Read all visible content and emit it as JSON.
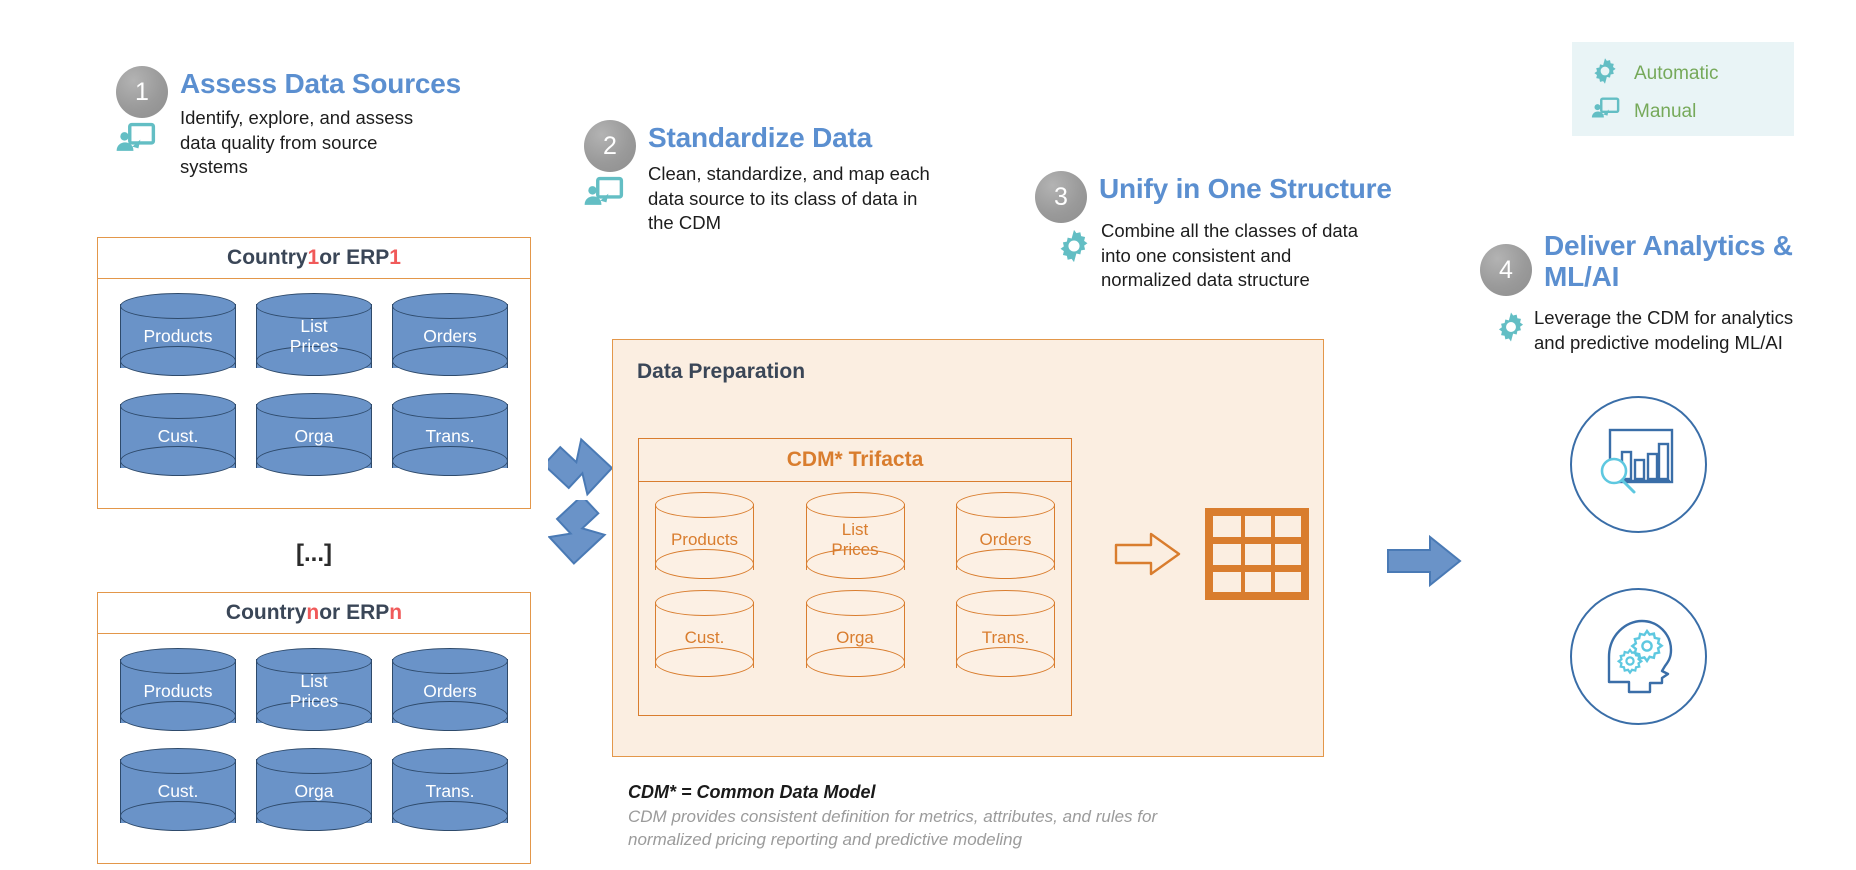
{
  "legend": {
    "items": [
      {
        "icon": "gear-icon",
        "label": "Automatic"
      },
      {
        "icon": "manual-presentation-icon",
        "label": "Manual"
      }
    ],
    "bg_color": "#e9f4f6",
    "text_color": "#76a95a"
  },
  "steps": [
    {
      "number": "1",
      "title": "Assess Data Sources",
      "description": "Identify, explore, and assess\ndata quality from source\nsystems",
      "icon": "manual-presentation-icon"
    },
    {
      "number": "2",
      "title": "Standardize Data",
      "description": "Clean, standardize, and map each\ndata source to its class of data in\nthe CDM",
      "icon": "manual-presentation-icon"
    },
    {
      "number": "3",
      "title": "Unify in One Structure",
      "description": "Combine all the classes of data\ninto one consistent and\nnormalized data structure",
      "icon": "gear-icon"
    },
    {
      "number": "4",
      "title": "Deliver Analytics &\nML/AI",
      "description": "Leverage the CDM for analytics\nand predictive modeling ML/AI",
      "icon": "gear-icon"
    }
  ],
  "sources": [
    {
      "title_prefix": "Country ",
      "index": "1",
      "title_middle": " or ERP ",
      "rows": [
        [
          "Products",
          "List\nPrices",
          "Orders"
        ],
        [
          "Cust.",
          "Orga",
          "Trans."
        ]
      ]
    },
    {
      "title_prefix": "Country ",
      "index": "n",
      "title_middle": " or ERP ",
      "rows": [
        [
          "Products",
          "List\nPrices",
          "Orders"
        ],
        [
          "Cust.",
          "Orga",
          "Trans."
        ]
      ]
    }
  ],
  "ellipsis": "[...]",
  "preparation": {
    "title": "Data Preparation",
    "cdm_title": "CDM* Trifacta",
    "rows": [
      [
        "Products",
        "List\nPrices",
        "Orders"
      ],
      [
        "Cust.",
        "Orga",
        "Trans."
      ]
    ],
    "output_icon": "table-grid-icon",
    "transform_arrow_icon": "arrow-right-outline-icon"
  },
  "footnote": {
    "title": "CDM* = Common Data Model",
    "body": "CDM provides consistent definition for metrics, attributes, and rules for\nnormalized pricing reporting and predictive modeling"
  },
  "outputs": [
    {
      "icon": "analytics-barchart-magnifier-icon",
      "name": "analytics"
    },
    {
      "icon": "ai-head-gears-icon",
      "name": "ml-ai"
    }
  ],
  "arrows": [
    {
      "name": "source1-to-prep",
      "direction": "down-right"
    },
    {
      "name": "source2-to-prep",
      "direction": "up-right"
    },
    {
      "name": "prep-to-outputs",
      "direction": "right"
    }
  ],
  "colors": {
    "step_title": "#5b8fd0",
    "step_number_bg": "#9a9a9a",
    "orange": "#d97d2e",
    "orange_border": "#e3974a",
    "prep_bg": "#fbeee1",
    "blue_cylinder": "#6a93c8",
    "blue_cylinder_border": "#2e4a6b",
    "arrow_blue": "#5b8fd0",
    "accent_red": "#f05a5a",
    "legend_green": "#76a95a",
    "teal": "#63bec4",
    "circle_blue": "#3a6ea8"
  }
}
